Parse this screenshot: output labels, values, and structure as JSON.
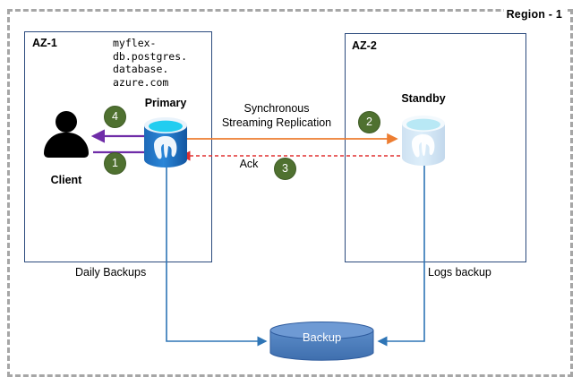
{
  "region": {
    "label": "Region - 1"
  },
  "zones": {
    "az1": {
      "title": "AZ-1"
    },
    "az2": {
      "title": "AZ-2"
    }
  },
  "hostname": "myflex-\ndb.postgres.\ndatabase.\nazure.com",
  "nodes": {
    "client": {
      "label": "Client",
      "icon": "user-icon"
    },
    "primary": {
      "label": "Primary",
      "icon": "postgresql-database-icon"
    },
    "standby": {
      "label": "Standby",
      "icon": "postgresql-database-icon"
    },
    "backup": {
      "label": "Backup",
      "icon": "cylinder-storage-icon"
    }
  },
  "flows": {
    "replication": "Synchronous\nStreaming Replication",
    "ack": "Ack",
    "daily_backups": "Daily Backups",
    "logs_backup": "Logs backup"
  },
  "steps": [
    {
      "id": 1,
      "number": "1",
      "description": "client-request-to-primary"
    },
    {
      "id": 2,
      "number": "2",
      "description": "replication-to-standby"
    },
    {
      "id": 3,
      "number": "3",
      "description": "ack-from-standby"
    },
    {
      "id": 4,
      "number": "4",
      "description": "response-to-client"
    }
  ],
  "colors": {
    "region_border": "#a6a6a6",
    "az_border": "#2b4a7d",
    "client_arrow": "#6f2da8",
    "replication_arrow": "#ed7d31",
    "ack_arrow": "#e03030",
    "backup_line": "#2e75b6",
    "badge": "#4f7130",
    "primary_db": "#2073c4",
    "standby_db": "#c5dcf0",
    "backup_cyl": "#4a7ebb"
  }
}
